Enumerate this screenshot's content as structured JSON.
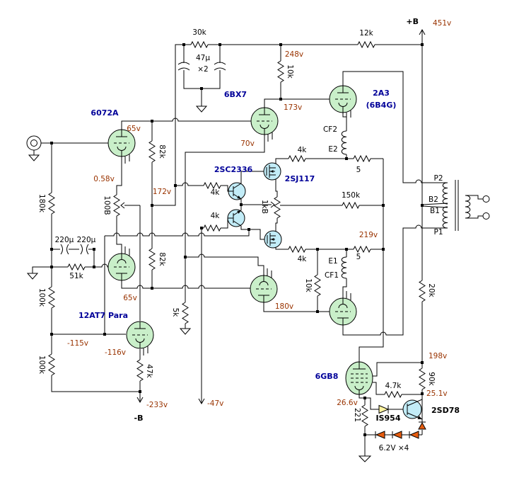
{
  "tubes": {
    "t6072a": "6072A",
    "t6bx7": "6BX7",
    "t2a3": "2A3",
    "t2a3_alt": "(6B4G)",
    "t12at7": "12AT7 Para",
    "t6gb8": "6GB8"
  },
  "semis": {
    "q_npn": "2SC2336",
    "q_pfet": "2SJ117",
    "q_2sd78": "2SD78",
    "d_is954": "IS954",
    "d_zener_set": "6.2V ×4"
  },
  "rails": {
    "plus_b": "+B",
    "minus_b": "-B"
  },
  "transformer": {
    "p2": "P2",
    "b2": "B2",
    "b1": "B1",
    "p1": "P1"
  },
  "filament_taps": {
    "cf2": "CF2",
    "e2": "E2",
    "e1": "E1",
    "cf1": "CF1"
  },
  "resistors": {
    "r30k": "30k",
    "r12k": "12k",
    "r10k_plate": "10k",
    "r82k_1": "82k",
    "r82k_2": "82k",
    "r180k": "180k",
    "pot_100b": "100B",
    "r51k": "51k",
    "r100k_1": "100k",
    "r100k_2": "100k",
    "r47k": "47k",
    "r5k": "5k",
    "r4k_1": "4k",
    "r4k_2": "4k",
    "r4k_3": "4k",
    "r4k_4": "4k",
    "pot_1kb": "1kB",
    "r150k": "150k",
    "r5_1": "5",
    "r5_2": "5",
    "r10k_2": "10k",
    "r20k": "20k",
    "r90k": "90k",
    "r4k7": "4.7k",
    "r221": "221"
  },
  "capacitors": {
    "c47u": "47μ",
    "c47u_qty": "×2",
    "c220u_1": "220μ",
    "c220u_2": "220μ"
  },
  "voltages": {
    "v451": "451v",
    "v248": "248v",
    "v173": "173v",
    "v70": "70v",
    "v65_top": "65v",
    "v058": "0.58v",
    "v172": "172v",
    "v65_bot": "65v",
    "vm115": "-115v",
    "vm116": "-116v",
    "vm233": "-233v",
    "vm47": "-47v",
    "v219": "219v",
    "v180": "180v",
    "v198": "198v",
    "v251": "25.1v",
    "v266": "26.6v"
  },
  "colors": {
    "component_label": "#000099",
    "voltage_label": "#993300",
    "tube_fill": "#c9efc9",
    "semiconductor_fill": "#c2ecf7",
    "diode_fill": "#e65c0f",
    "diode_is954_fill": "#fdf3a0"
  }
}
